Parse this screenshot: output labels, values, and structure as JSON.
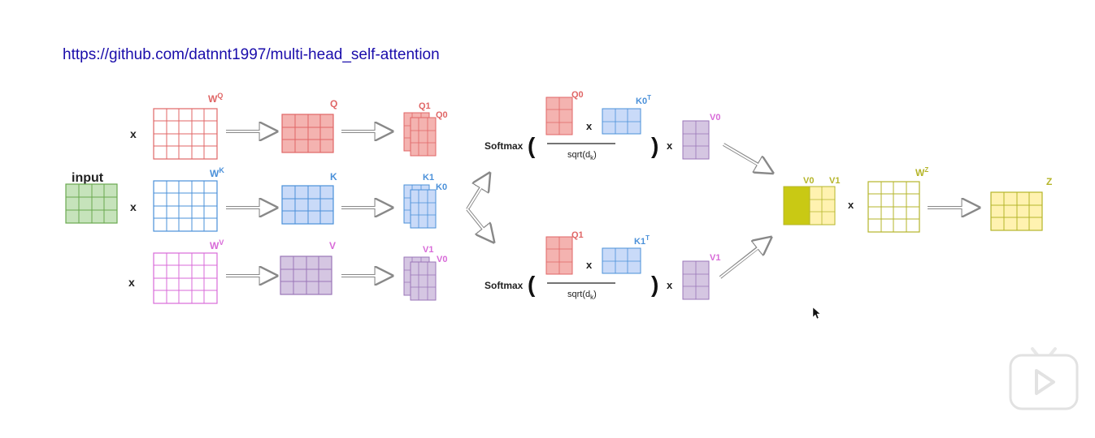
{
  "link": {
    "url_text": "https://github.com/datnnt1997/multi-head_self-attention"
  },
  "colors": {
    "q": "#e06666",
    "q_fill": "#f4b3b0",
    "k": "#4a90d9",
    "k_fill": "#c9daf8",
    "v": "#d86ad8",
    "v_fill": "#d5c6e2",
    "v_stroke": "#9a76b8",
    "input": "#6aa84f",
    "input_fill": "#c6e3bb",
    "z": "#b5b52a",
    "z_fill": "#fff2b0",
    "z_solid": "#c9c914"
  },
  "labels": {
    "input": "input",
    "times": "x",
    "wq_base": "W",
    "wq_sup": "Q",
    "wk_base": "W",
    "wk_sup": "K",
    "wv_base": "W",
    "wv_sup": "V",
    "q": "Q",
    "k": "K",
    "v": "V",
    "q1": "Q1",
    "q0": "Q0",
    "k1": "K1",
    "k0": "K0",
    "v1": "V1",
    "v0": "V0",
    "softmax": "Softmax",
    "paren_open": "(",
    "paren_close": ")",
    "denominator": "sqrt(d",
    "denominator_sub": "k",
    "denominator_end": ")",
    "head0_q": "Q0",
    "head0_k": "K0",
    "head0_kt": "T",
    "head0_v": "V0",
    "head1_q": "Q1",
    "head1_k": "K1",
    "head1_kt": "T",
    "head1_v": "V1",
    "concat_v0": "V0",
    "concat_v1": "V1",
    "wz_base": "W",
    "wz_sup": "Z",
    "z": "Z"
  },
  "player": {
    "icon": "play-icon"
  }
}
